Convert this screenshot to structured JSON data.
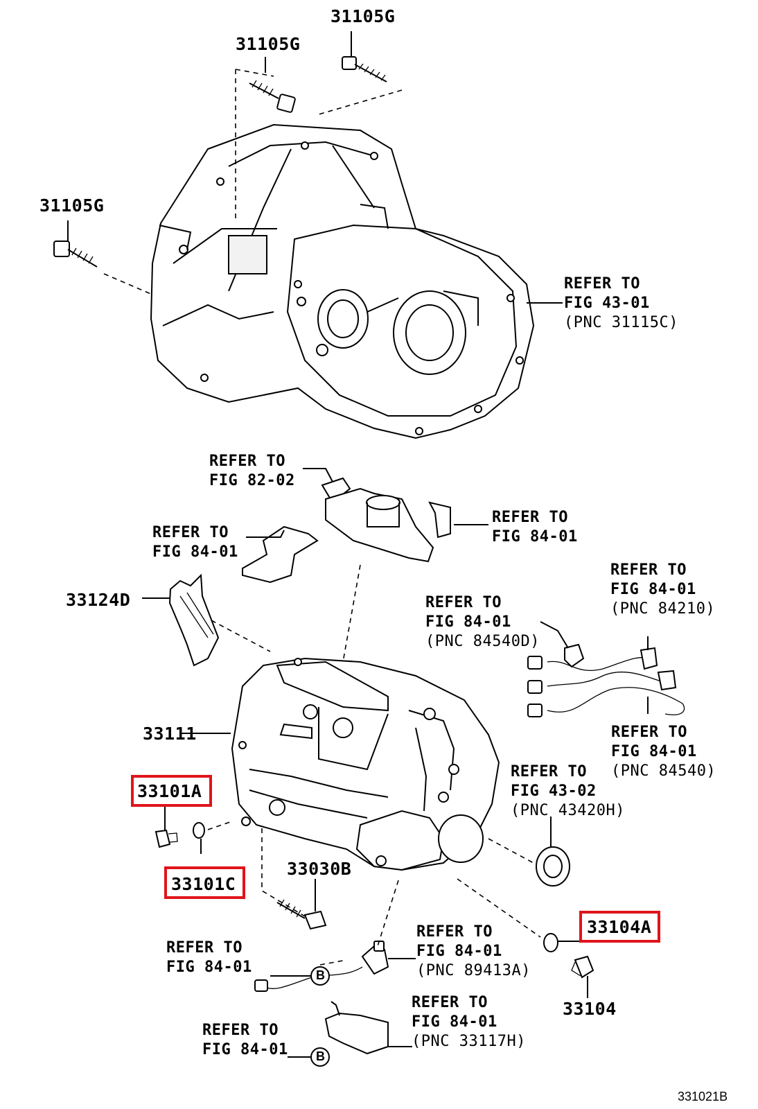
{
  "labels": {
    "p31105g_top": "31105G",
    "p31105g_mid": "31105G",
    "p31105g_left": "31105G",
    "p33124d": "33124D",
    "p33111": "33111",
    "p33101a": "33101A",
    "p33101c": "33101C",
    "p33030b": "33030B",
    "p33104a": "33104A",
    "p33104": "33104",
    "figure_code": "331021B"
  },
  "refs": {
    "r4301": {
      "line1": "REFER TO",
      "line2": "FIG 43-01",
      "line3": "(PNC 31115C)"
    },
    "r8202": {
      "line1": "REFER TO",
      "line2": "FIG 82-02"
    },
    "r8401_right": {
      "line1": "REFER TO",
      "line2": "FIG 84-01"
    },
    "r8401_left": {
      "line1": "REFER TO",
      "line2": "FIG 84-01"
    },
    "r84210": {
      "line1": "REFER TO",
      "line2": "FIG 84-01",
      "line3": "(PNC 84210)"
    },
    "r84540d": {
      "line1": "REFER TO",
      "line2": "FIG 84-01",
      "line3": "(PNC 84540D)"
    },
    "r84540": {
      "line1": "REFER TO",
      "line2": "FIG 84-01",
      "line3": "(PNC 84540)"
    },
    "r43420h": {
      "line1": "REFER TO",
      "line2": "FIG 43-02",
      "line3": "(PNC 43420H)"
    },
    "r89413a": {
      "line1": "REFER TO",
      "line2": "FIG 84-01",
      "line3": "(PNC 89413A)"
    },
    "r8401_b1": {
      "line1": "REFER TO",
      "line2": "FIG 84-01"
    },
    "r33117h": {
      "line1": "REFER TO",
      "line2": "FIG 84-01",
      "line3": "(PNC 33117H)"
    },
    "r8401_b2": {
      "line1": "REFER TO",
      "line2": "FIG 84-01"
    }
  },
  "callouts": {
    "b1": "B",
    "b2": "B"
  },
  "highlight_color": "#e0141b"
}
